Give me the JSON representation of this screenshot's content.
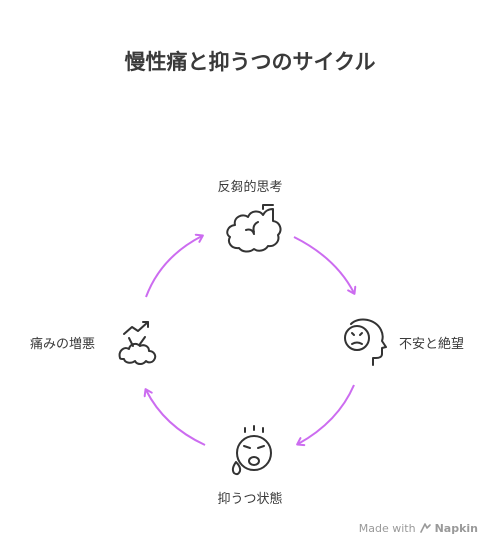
{
  "title": "慢性痛と抑うつのサイクル",
  "nodes": {
    "top": {
      "label": "反芻的思考",
      "icon": "brain-icon"
    },
    "right": {
      "label": "不安と絶望",
      "icon": "worried-head-icon"
    },
    "bottom": {
      "label": "抑うつ状態",
      "icon": "crying-face-icon"
    },
    "left": {
      "label": "痛みの増悪",
      "icon": "pain-rising-icon"
    }
  },
  "footer": {
    "made_with": "Made with",
    "brand": "Napkin"
  },
  "colors": {
    "arrow": "#cc6cf0",
    "text": "#3a3a3a",
    "icon": "#333333"
  }
}
